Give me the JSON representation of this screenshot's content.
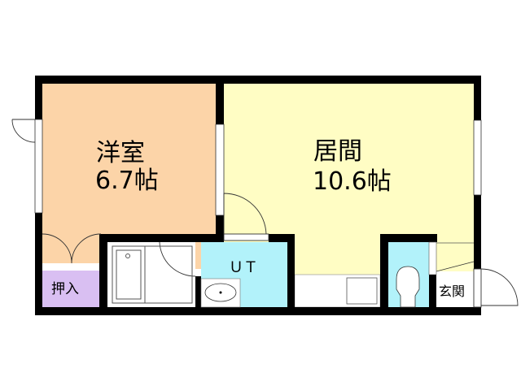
{
  "floor_plan": {
    "rooms": [
      {
        "id": "western-room",
        "name": "洋室",
        "size": "6.7帖",
        "color": "#FCD4A8"
      },
      {
        "id": "living-room",
        "name": "居間",
        "size": "10.6帖",
        "color": "#FFFDC4"
      },
      {
        "id": "closet",
        "name": "押入",
        "color": "#D9BFF2"
      },
      {
        "id": "utility",
        "name": "ＵＴ",
        "color": "#B2F2FA"
      },
      {
        "id": "toilet",
        "name": "",
        "color": "#B2F2FA"
      },
      {
        "id": "entrance",
        "name": "玄関",
        "color": "#FFFFFF"
      }
    ],
    "colors": {
      "wall": "#000000",
      "western_room": "#FCD4A8",
      "living_room": "#FFFDC4",
      "closet": "#D9BFF2",
      "wet_area": "#B2F2FA",
      "background": "#FFFFFF"
    }
  }
}
